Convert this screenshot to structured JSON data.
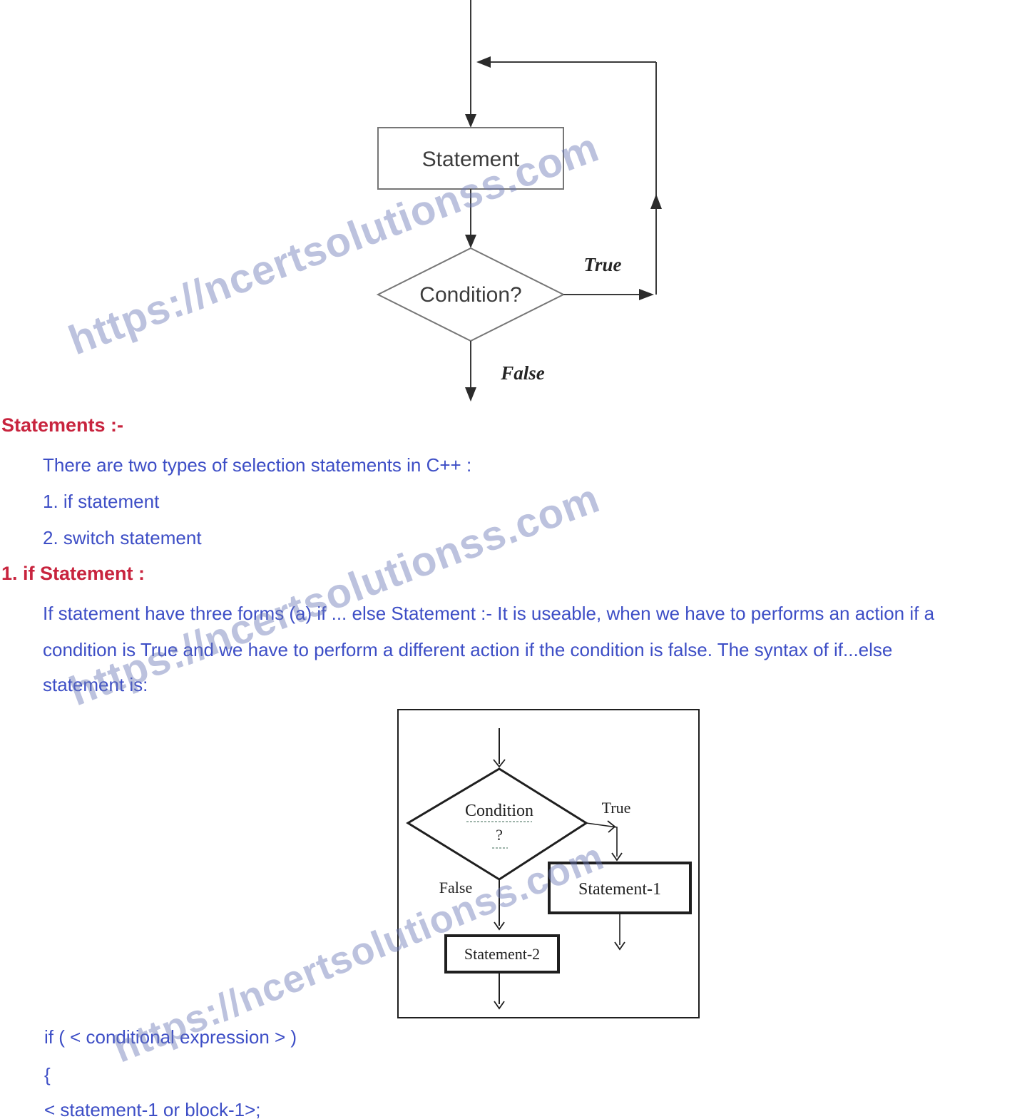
{
  "colors": {
    "heading_red": "#c8243e",
    "body_blue": "#3d4ec6",
    "watermark_blue": "rgba(106,119,182,0.45)"
  },
  "watermark": {
    "text": "https://ncertsolutionss.com"
  },
  "loop_flowchart": {
    "statement_label": "Statement",
    "condition_label": "Condition?",
    "true_label": "True",
    "false_label": "False"
  },
  "sections": {
    "statements_heading": "Statements :-",
    "intro_line": "There are two types of selection statements in C++ :",
    "list_items": [
      "1. if statement",
      "2. switch statement"
    ],
    "if_statement_heading": "1. if Statement :",
    "paragraph_lines": [
      "If statement have three forms (a) if ... else Statement :- It is useable, when we have to performs an action if a",
      "condition is True and we have to perform a different action if the condition is false. The syntax of if...else",
      "statement is:"
    ]
  },
  "if_flowchart": {
    "condition_label": "Condition",
    "question_mark": "?",
    "true_label": "True",
    "false_label": "False",
    "statement1_label": "Statement-1",
    "statement2_label": "Statement-2"
  },
  "code": {
    "lines": [
      "if ( < conditional expression > )",
      "{",
      "< statement-1 or block-1>;"
    ]
  }
}
